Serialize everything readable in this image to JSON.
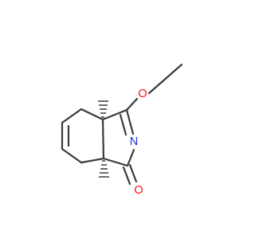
{
  "molecule": {
    "atoms": {
      "O_ether": {
        "symbol": "O",
        "color": "#ff0d0d"
      },
      "N_imine": {
        "symbol": "N",
        "color": "#2233dd"
      },
      "O_carbonyl": {
        "symbol": "O",
        "color": "#ff0d0d"
      }
    }
  },
  "colors": {
    "bond": "#3a3a3a",
    "oxygen": "#ff0d0d",
    "nitrogen": "#2233dd"
  }
}
